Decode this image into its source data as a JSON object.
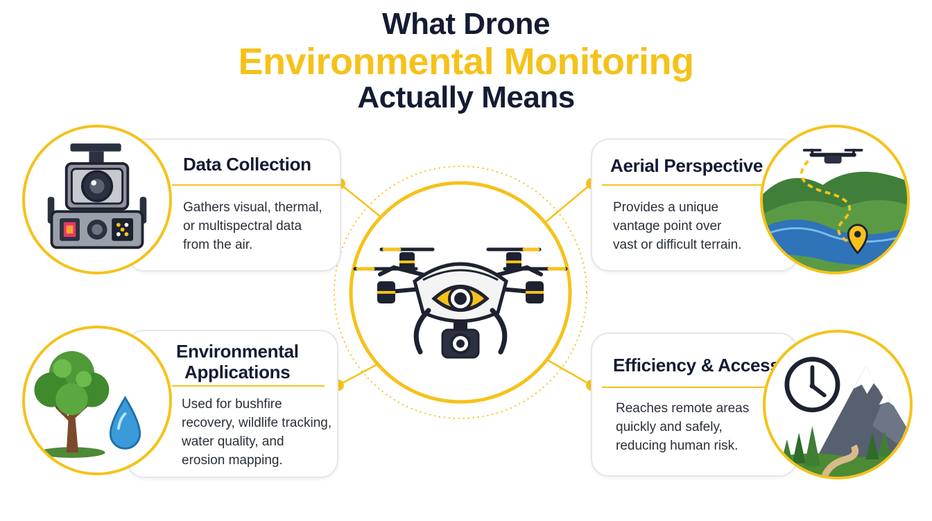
{
  "title": {
    "line1": "What Drone",
    "line2": "Environmental Monitoring",
    "line3": "Actually Means"
  },
  "colors": {
    "accent": "#f5c21a",
    "dark": "#141b33",
    "card_border": "#e6e6e6"
  },
  "center": {
    "icon": "drone-with-eye-icon"
  },
  "panels": {
    "data_collection": {
      "title": "Data Collection",
      "lines": [
        "Gathers visual, thermal,",
        "or multispectral data",
        "from the air."
      ],
      "icon": "drone-camera-sensors-icon"
    },
    "aerial_perspective": {
      "title": "Aerial Perspective",
      "lines": [
        "Provides a unique",
        "vantage point over",
        "vast or difficult terrain."
      ],
      "icon": "drone-over-landscape-icon"
    },
    "environmental_applications": {
      "title_line1": "Environmental",
      "title_line2": "Applications",
      "lines": [
        "Used for bushfire",
        "recovery, wildlife tracking,",
        "water quality, and",
        "erosion mapping."
      ],
      "icon": "tree-and-water-drop-icon"
    },
    "efficiency_access": {
      "title": "Efficiency & Access",
      "lines": [
        "Reaches remote areas",
        "quickly and safely,",
        "reducing human risk."
      ],
      "icon": "clock-and-mountain-icon"
    }
  }
}
